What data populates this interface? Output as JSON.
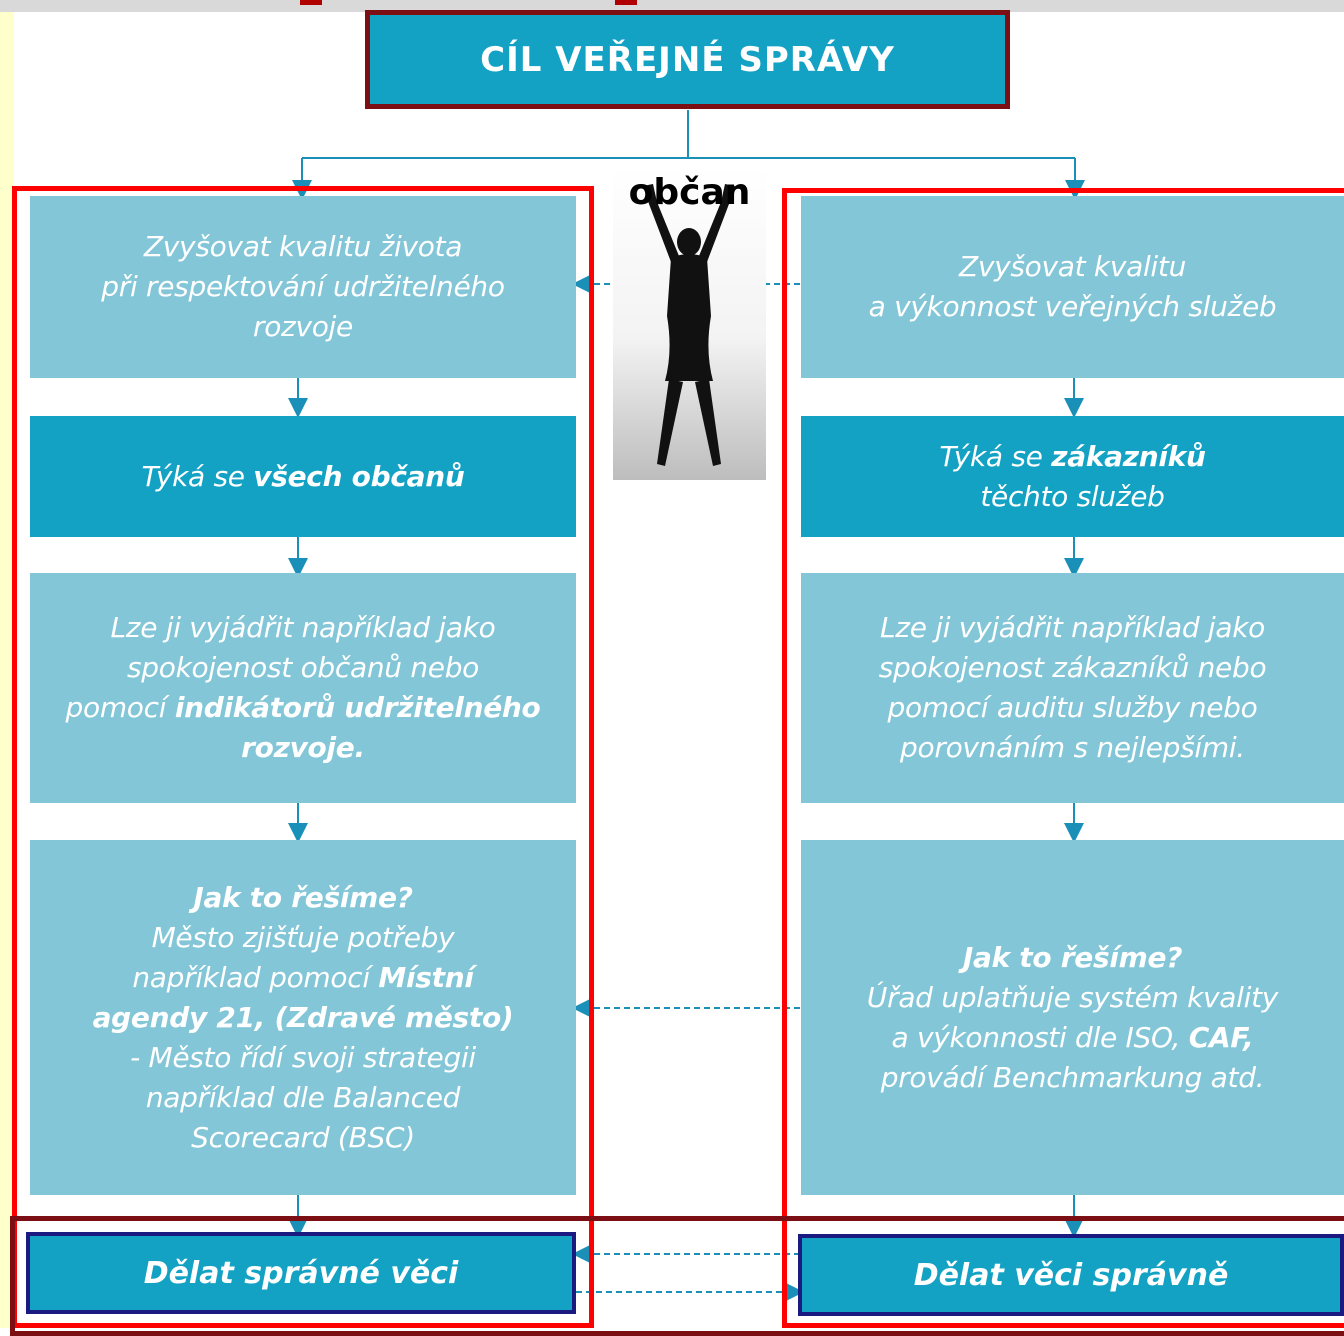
{
  "title": "CÍL VEŘEJNÉ SPRÁVY",
  "citizen_label": "občan",
  "left_column": {
    "box1": [
      "Zvyšovat kvalitu života",
      "při respektování udržitelného",
      "rozvoje"
    ],
    "box2_prefix": "Týká se ",
    "box2_bold": "všech občanů",
    "box3_lines": [
      "Lze ji vyjádřit například jako",
      "spokojenost občanů nebo"
    ],
    "box3_prefix": "pomocí ",
    "box3_bold1": "indikátorů udržitelného",
    "box3_bold2": "rozvoje.",
    "box4_heading": "Jak to řešíme?",
    "box4_line1": "Město zjišťuje potřeby",
    "box4_line2_prefix": "například pomocí ",
    "box4_line2_bold": "Místní",
    "box4_line3_bold": "agendy 21, (Zdravé město)",
    "box4_line4": "- Město řídí svoji strategii",
    "box4_line5": "například dle Balanced",
    "box4_line6": "Scorecard (BSC)",
    "result": "Dělat správné věci"
  },
  "right_column": {
    "box1": [
      "Zvyšovat kvalitu",
      "a výkonnost veřejných služeb"
    ],
    "box2_prefix": "Týká se ",
    "box2_bold": "zákazníků",
    "box2_line2": "těchto služeb",
    "box3": [
      "Lze ji vyjádřit například jako",
      "spokojenost zákazníků nebo",
      "pomocí auditu služby nebo",
      "porovnáním s nejlepšími."
    ],
    "box4_heading": "Jak to řešíme?",
    "box4_line1": "Úřad uplatňuje systém kvality",
    "box4_line2_prefix": "a výkonnosti dle ISO, ",
    "box4_line2_bold": "CAF,",
    "box4_line3": "provádí Benchmarkung atd.",
    "result": "Dělat věci správně"
  },
  "colors": {
    "dark_box": "#14a2c4",
    "light_box": "#83c6d7",
    "red_frame": "#ff0000",
    "maroon_frame": "#7b0f14",
    "navy_border": "#1a1a80"
  }
}
